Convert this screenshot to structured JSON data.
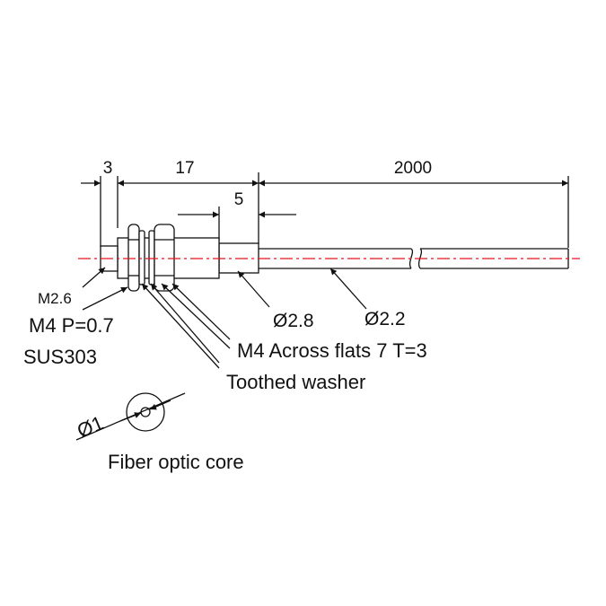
{
  "dimensions": {
    "head_length": "3",
    "body_length": "17",
    "fiber_length": "2000",
    "sleeve_length": "5"
  },
  "callouts": {
    "tip_thread": "M2.6",
    "body_thread": "M4 P=0.7",
    "material": "SUS303",
    "sleeve_diameter": "Ø2.8",
    "fiber_diameter": "Ø2.2",
    "nut_spec": "M4 Across flats 7  T=3",
    "washer": "Toothed washer"
  },
  "core_detail": {
    "diameter": "Ø1",
    "caption": "Fiber optic core"
  },
  "colors": {
    "line": "#111111",
    "centerline": "#e8141c"
  }
}
